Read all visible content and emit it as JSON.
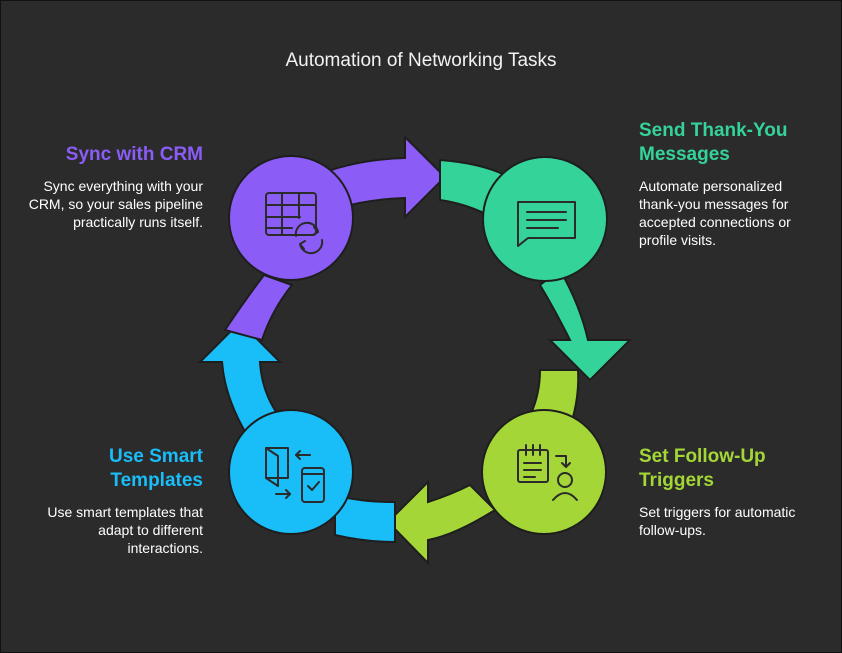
{
  "title": "Automation of Networking Tasks",
  "colors": {
    "background": "#2b2b2b",
    "purple": "#8b5cf6",
    "green": "#34d399",
    "lime": "#a3d636",
    "blue": "#19bdf7"
  },
  "steps": [
    {
      "heading": "Sync with CRM",
      "description": "Sync everything with your CRM, so your sales pipeline practically runs itself.",
      "color": "#8b5cf6",
      "icon": "spreadsheet-sync-icon"
    },
    {
      "heading": "Send Thank-You Messages",
      "description": "Automate personalized thank-you messages for accepted connections or profile visits.",
      "color": "#34d399",
      "icon": "message-icon"
    },
    {
      "heading": "Set Follow-Up Triggers",
      "description": "Set triggers for automatic follow-ups.",
      "color": "#a3d636",
      "icon": "schedule-user-icon"
    },
    {
      "heading": "Use Smart Templates",
      "description": "Use smart templates that adapt to different interactions.",
      "color": "#19bdf7",
      "icon": "door-phone-icon"
    }
  ]
}
